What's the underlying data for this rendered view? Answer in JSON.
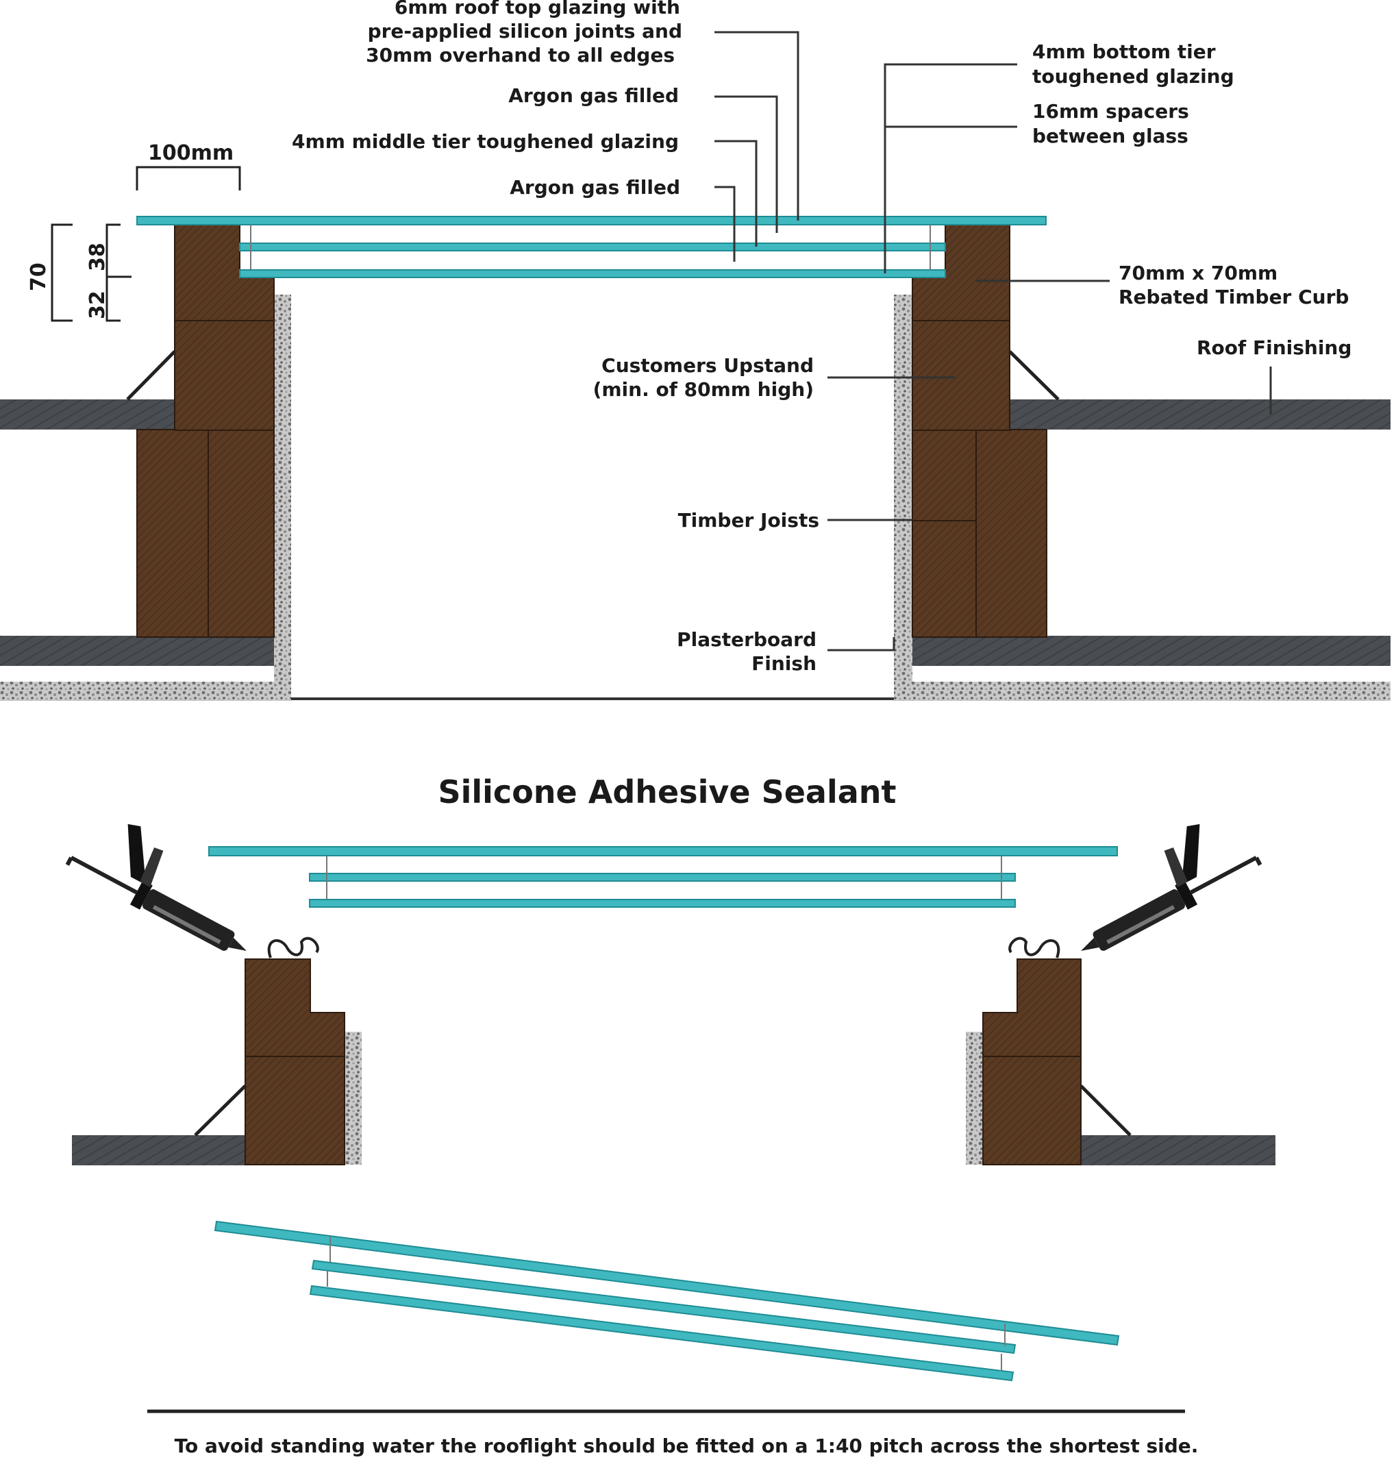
{
  "labels": {
    "roof_glazing_1": "6mm roof top glazing with",
    "roof_glazing_2": "pre-applied silicon joints and",
    "roof_glazing_3": "30mm overhand to all edges",
    "argon_1": "Argon gas filled",
    "middle_tier": "4mm middle tier toughened glazing",
    "argon_2": "Argon gas filled",
    "bottom_tier_1": "4mm bottom tier",
    "bottom_tier_2": "toughened glazing",
    "spacers_1": "16mm spacers",
    "spacers_2": "between glass",
    "curb_1": "70mm x 70mm",
    "curb_2": "Rebated Timber Curb",
    "roof_finishing": "Roof Finishing",
    "upstand_1": "Customers Upstand",
    "upstand_2": "(min. of 80mm high)",
    "timber_joists": "Timber Joists",
    "plasterboard_1": "Plasterboard",
    "plasterboard_2": "Finish"
  },
  "dimensions": {
    "width": "100mm",
    "total_height": "70",
    "upper": "38",
    "lower": "32"
  },
  "section_title": "Silicone Adhesive Sealant",
  "footnote": "To avoid standing water the rooflight should be fitted on a 1:40 pitch across the shortest side.",
  "colors": {
    "glass": "#3fb8bf",
    "glass_edge": "#1f8c93",
    "timber": "#5a3a22",
    "roof_deck": "#4a4d52",
    "plaster": "#9a9a9a",
    "leader": "#333333"
  }
}
